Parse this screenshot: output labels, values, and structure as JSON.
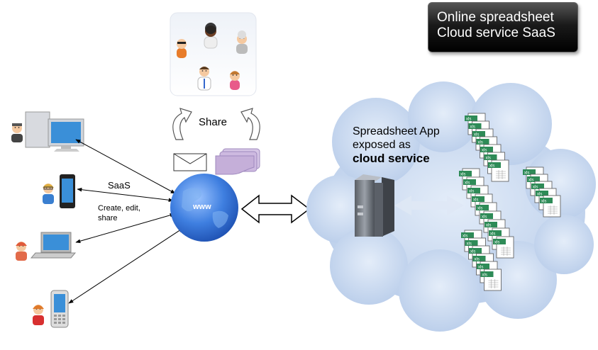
{
  "title": {
    "line1": "Online spreadsheet",
    "line2": "Cloud service SaaS"
  },
  "labels": {
    "share": "Share",
    "saas": "SaaS",
    "create_line1": "Create, edit,",
    "create_line2": "share",
    "www": "www"
  },
  "cloud": {
    "line1": "Spreadsheet App",
    "line2": "exposed as",
    "line3": "cloud service"
  },
  "file_icon_label": "xls",
  "colors": {
    "cloud_fill": "#c9d9f0",
    "globe": "#3a78d8",
    "file_tab": "#2e8b57",
    "title_bg": "#111111"
  }
}
